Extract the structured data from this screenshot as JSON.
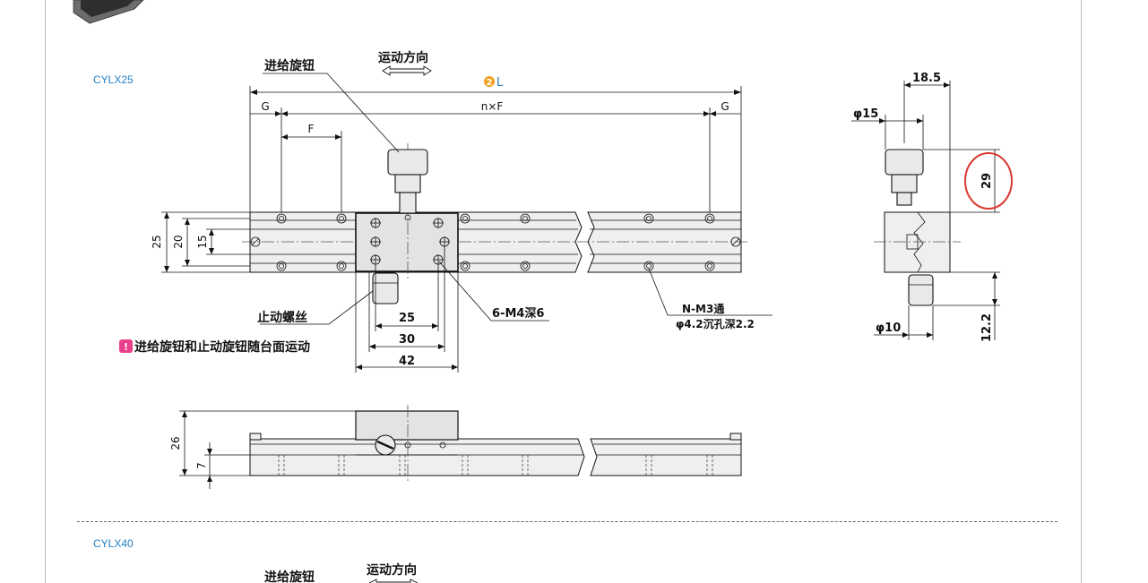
{
  "models": {
    "first": "CYLX25",
    "second": "CYLX40"
  },
  "labels": {
    "feed_knob": "进给旋钮",
    "motion_direction": "运动方向",
    "stop_screw": "止动螺丝",
    "l_dim": "L",
    "l_badge": "2",
    "nxf": "n×F",
    "g_left": "G",
    "g_right": "G",
    "f": "F",
    "d25": "25",
    "d20": "20",
    "d15": "15",
    "w25": "25",
    "w30": "30",
    "w42": "42",
    "m4": "6-M4深6",
    "nm3_1": "N-M3通",
    "nm3_2": "φ4.2沉孔深2.2",
    "note": "进给旋钮和止动旋钮随台面运动",
    "h26": "26",
    "h7": "7",
    "s185": "18.5",
    "s15": "φ15",
    "s29": "29",
    "s10": "φ10",
    "s122": "12.2",
    "feed_knob_2": "进给旋钮",
    "motion_direction_2": "运动方向"
  },
  "colors": {
    "accent_blue": "#1f7fc4",
    "badge_orange": "#f0a020",
    "note_pink": "#e8408a",
    "circle_red": "#d9382f"
  }
}
